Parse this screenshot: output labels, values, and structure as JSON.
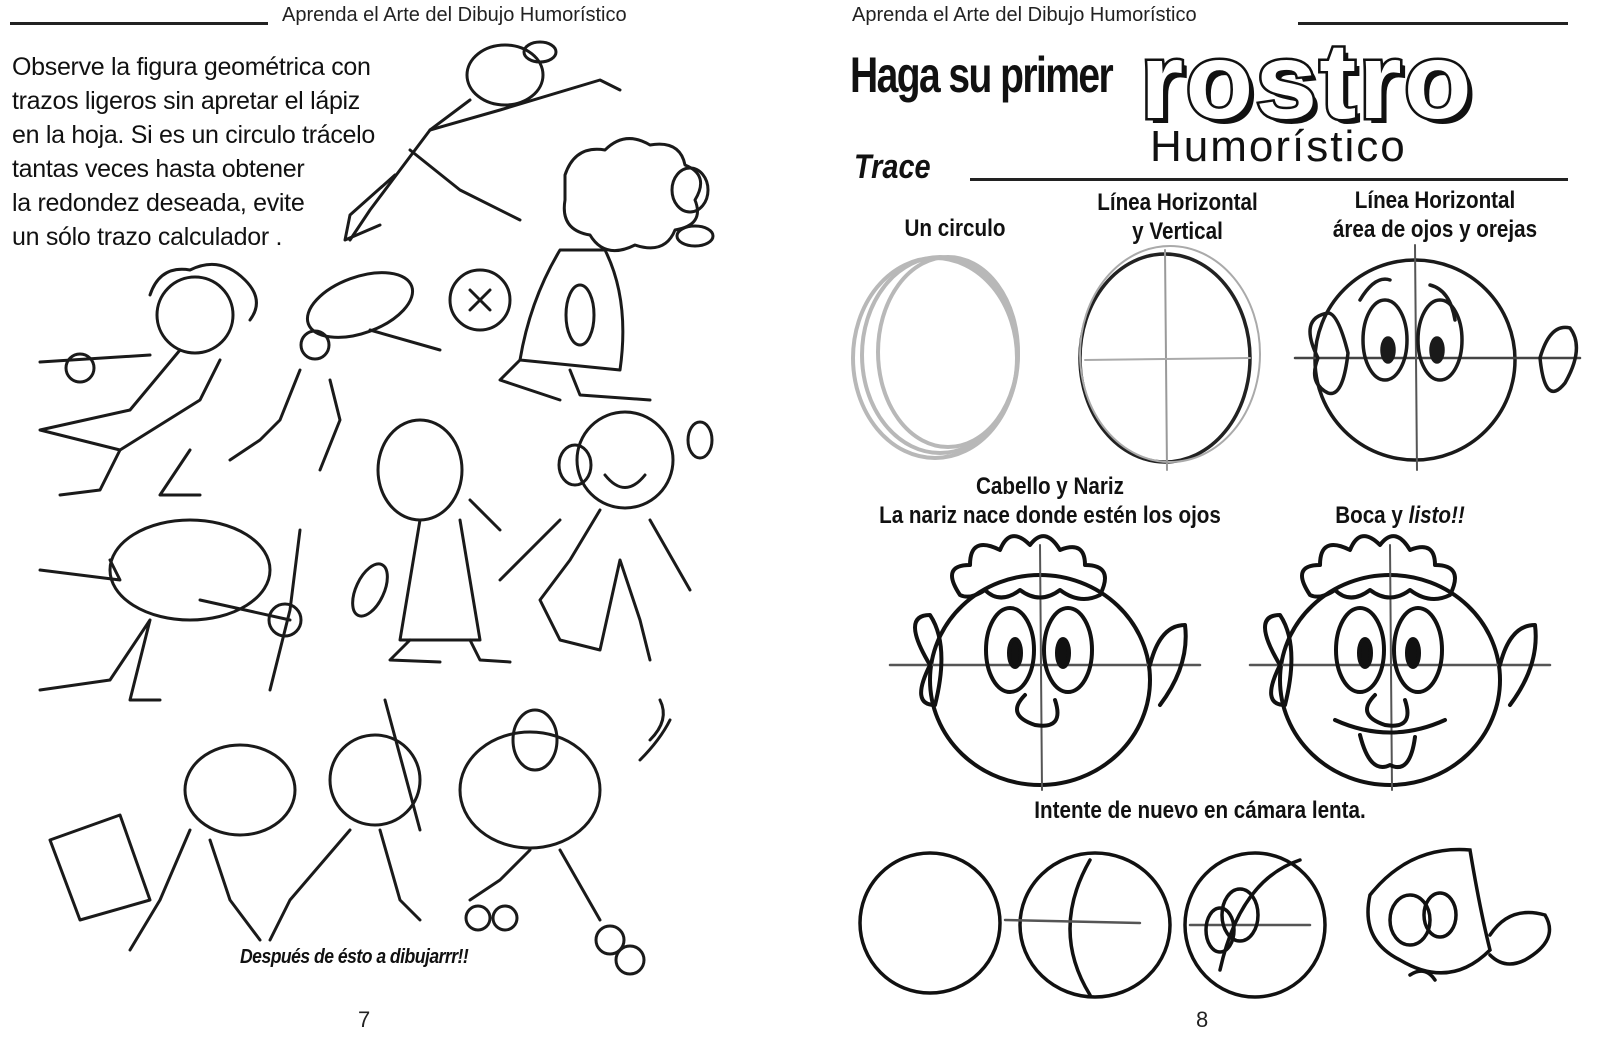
{
  "book": {
    "running_title": "Aprenda el Arte del Dibujo Humorístico"
  },
  "left_page": {
    "running_title": "Aprenda el Arte del Dibujo Humorístico",
    "intro_lines": [
      "Observe la figura geométrica con",
      "trazos ligeros sin apretar el lápiz",
      "en la hoja. Si es un circulo trácelo",
      "tantas veces hasta obtener",
      "la redondez deseada, evite",
      "un sólo trazo calculador ."
    ],
    "illustration": "cartoon-character-sketches",
    "tagline": "Después de ésto a dibujarrr!!",
    "page_number": "7"
  },
  "right_page": {
    "running_title": "Aprenda el Arte del Dibujo Humorístico",
    "title_prefix": "Haga su primer",
    "title_main": "rostro",
    "title_sub": "Humorístico",
    "section_label": "Trace",
    "steps": [
      {
        "label_line1": "Un circulo",
        "label_line2": ""
      },
      {
        "label_line1": "Línea Horizontal",
        "label_line2": "y Vertical"
      },
      {
        "label_line1": "Línea Horizontal",
        "label_line2": "área de ojos y orejas"
      },
      {
        "label_line1": "Cabello y Nariz",
        "label_line2": "La nariz nace donde estén los ojos"
      },
      {
        "label_line1": "Boca  y ",
        "label_line1_italic": "listo!!"
      }
    ],
    "slow_motion_caption": "Intente de nuevo en cámara lenta.",
    "page_number": "8"
  },
  "colors": {
    "ink": "#111111",
    "paper": "#ffffff",
    "light_pencil": "#b8b8b8"
  }
}
